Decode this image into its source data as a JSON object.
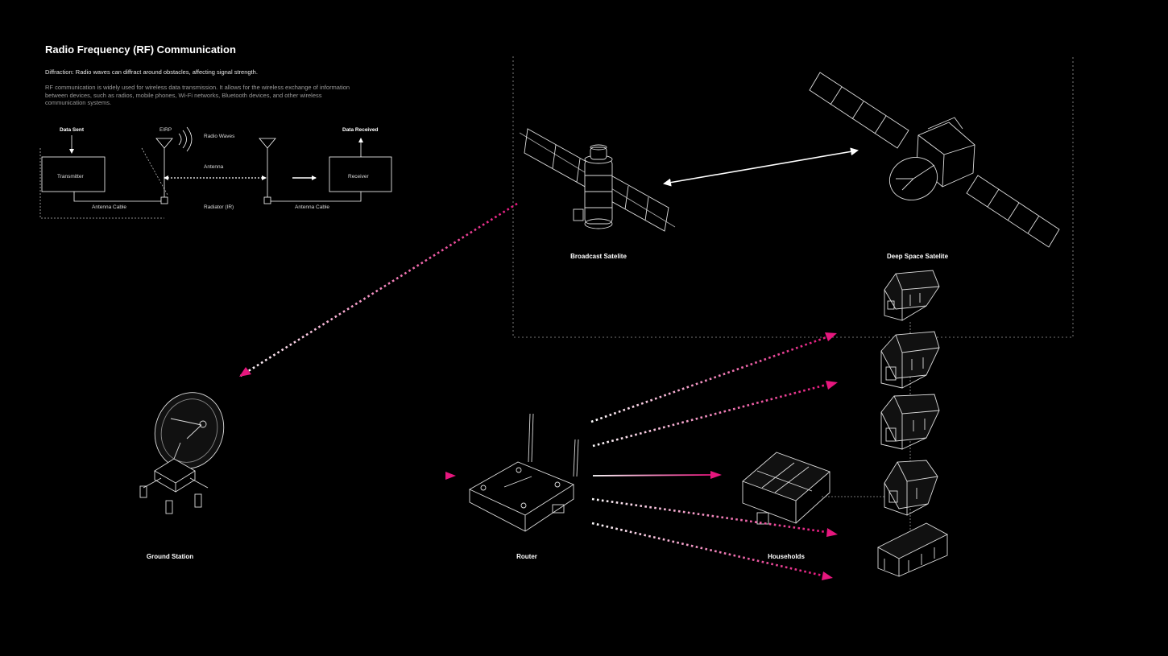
{
  "header": {
    "title": "Radio Frequency (RF) Communication",
    "subtitle": "Diffraction: Radio waves can diffract around obstacles, affecting signal strength.",
    "description": "RF communication is widely used for wireless data transmission. It allows for the wireless exchange of information between devices, such as radios, mobile phones, Wi-Fi networks, Bluetooth devices, and other wireless communication systems."
  },
  "schematic": {
    "data_sent": "Data Sent",
    "transmitter": "Transmitter",
    "eirp": "EIRP",
    "radio_waves": "Radio Waves",
    "antenna": "Antenna",
    "radiator": "Radiator (IR)",
    "antenna_cable_left": "Antenna Cable",
    "antenna_cable_right": "Antenna Cable",
    "data_received": "Data Received",
    "receiver": "Receiver"
  },
  "nodes": {
    "broadcast_satellite": "Broadcast Satelite",
    "deep_space_satellite": "Deep Space Satelite",
    "ground_station": "Ground Station",
    "router": "Router",
    "households": "Households"
  },
  "colors": {
    "background": "#000000",
    "line": "#ffffff",
    "accent": "#e6177e",
    "muted_text": "#9a9a9a"
  }
}
